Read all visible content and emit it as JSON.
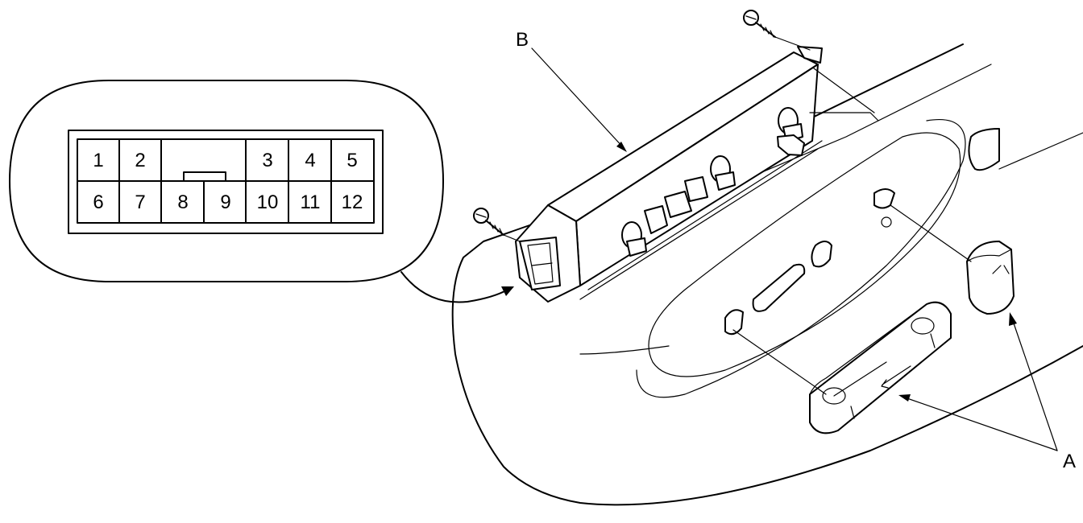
{
  "callouts": {
    "a": "A",
    "b": "B"
  },
  "connector_pins": {
    "top": [
      "1",
      "2",
      "3",
      "4",
      "5"
    ],
    "bottom": [
      "6",
      "7",
      "8",
      "9",
      "10",
      "11",
      "12"
    ]
  }
}
